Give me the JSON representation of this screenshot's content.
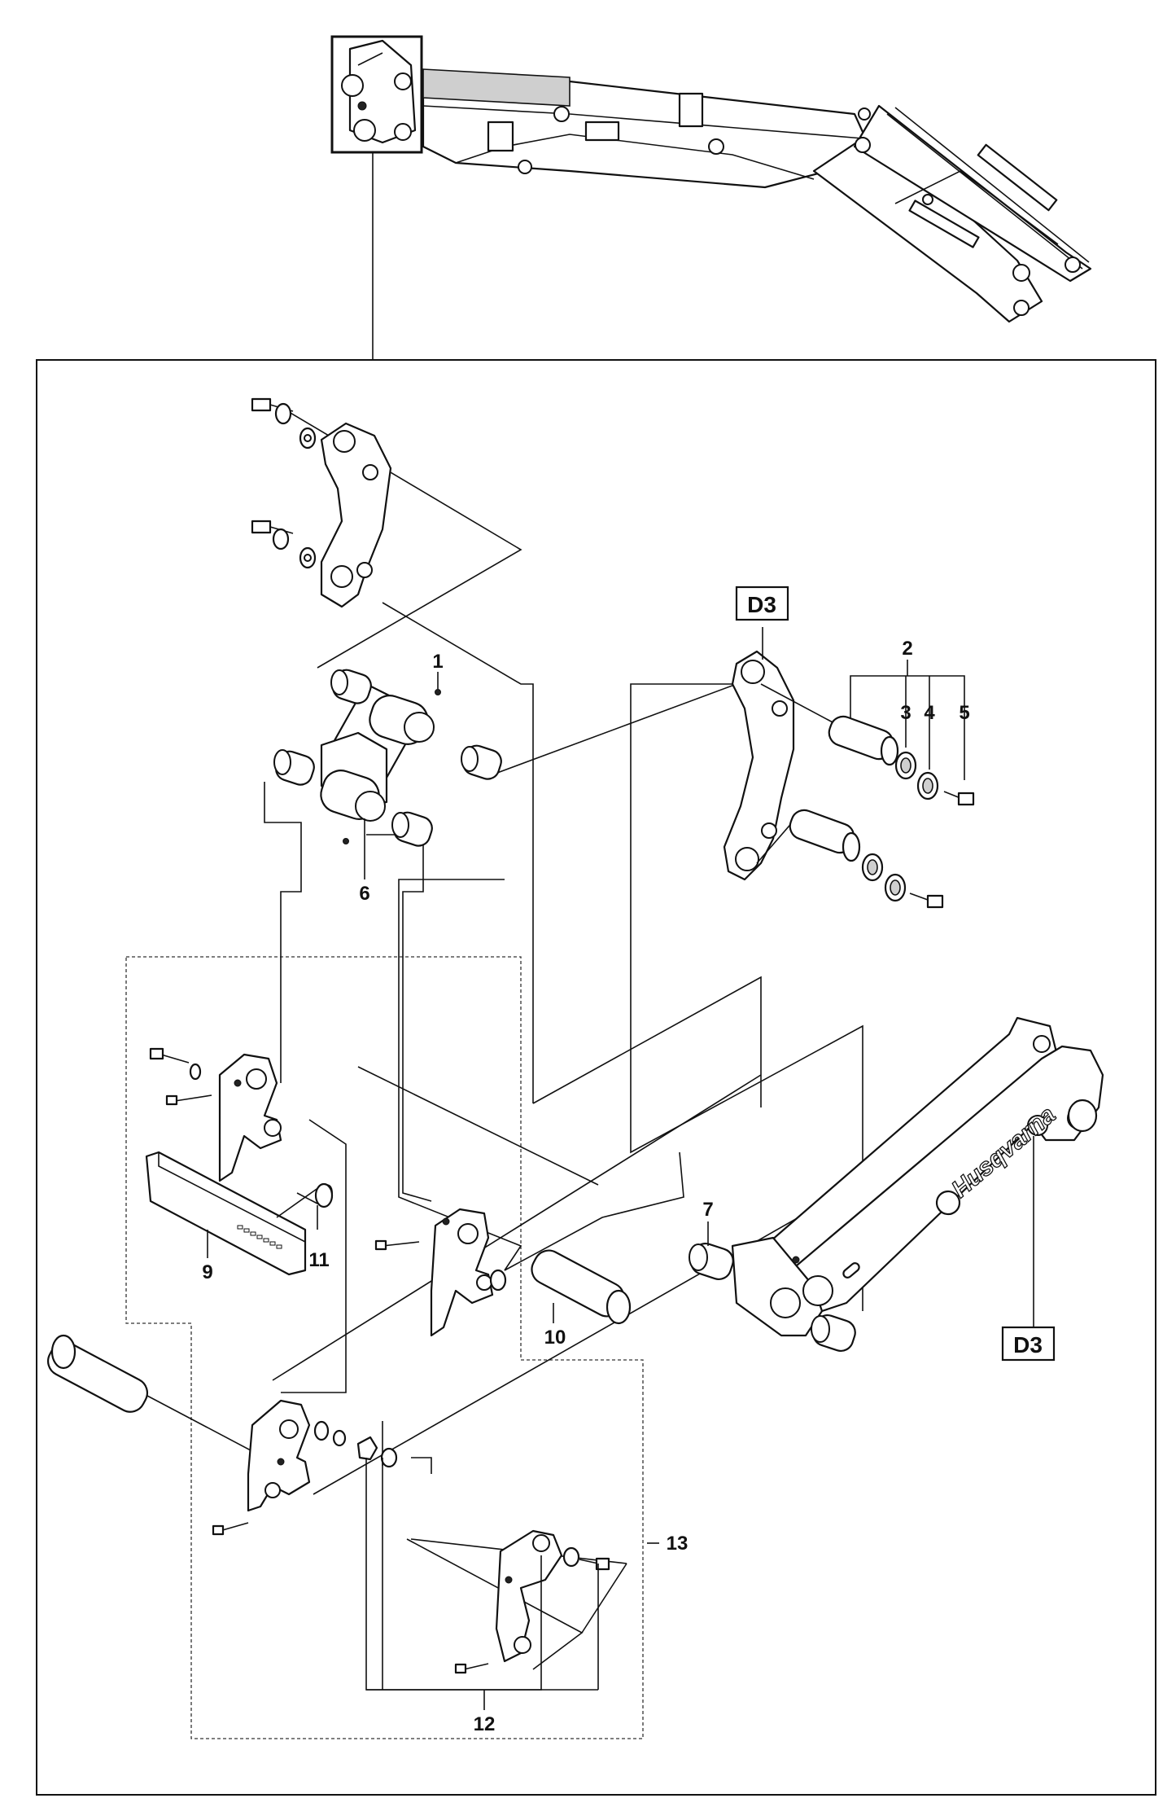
{
  "callouts": {
    "c1": "1",
    "c2": "2",
    "c3": "3",
    "c4": "4",
    "c5": "5",
    "c6": "6",
    "c7": "7",
    "c9": "9",
    "c10": "10",
    "c11": "11",
    "c12": "12",
    "c13": "13"
  },
  "references": {
    "ref_top": "D3",
    "ref_bottom": "D3"
  },
  "brand_mark": "Husqvarna",
  "icons": {
    "boom-overview": "machine-arm-icon",
    "logo": "husqvarna-crown-icon"
  }
}
